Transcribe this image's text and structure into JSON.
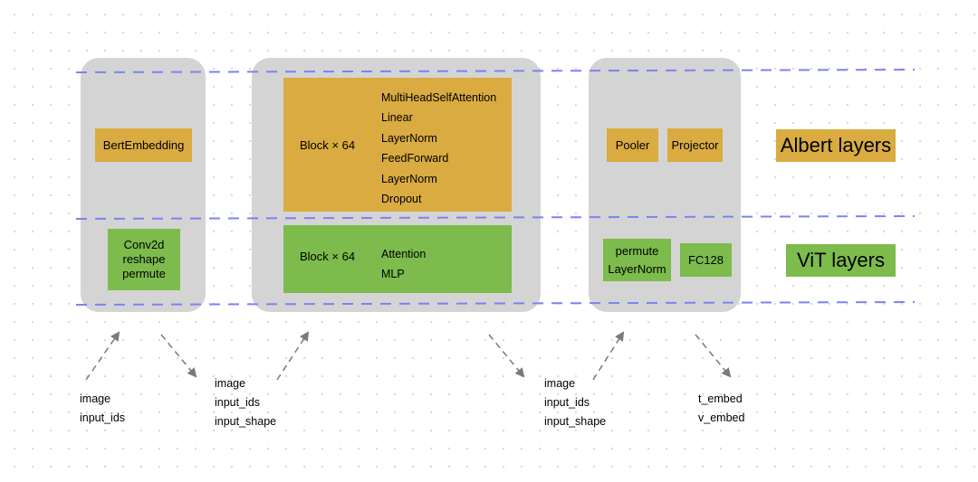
{
  "albert_layers": {
    "embedding": "BertEmbedding",
    "block_label": "Block × 64",
    "block_ops": [
      "MultiHeadSelfAttention",
      "Linear",
      "LayerNorm",
      "FeedForward",
      "LayerNorm",
      "Dropout"
    ],
    "pooler": "Pooler",
    "projector": "Projector",
    "legend": "Albert layers"
  },
  "vit_layers": {
    "embedding": [
      "Conv2d",
      "reshape",
      "permute"
    ],
    "block_label": "Block × 64",
    "block_ops": [
      "Attention",
      "MLP"
    ],
    "head": [
      "permute",
      "LayerNorm"
    ],
    "fc": "FC128",
    "legend": "ViT layers"
  },
  "io_labels": {
    "input_1": [
      "image",
      "input_ids"
    ],
    "input_2": [
      "image",
      "input_ids",
      "input_shape"
    ],
    "input_3": [
      "image",
      "input_ids",
      "input_shape"
    ],
    "output": [
      "t_embed",
      "v_embed"
    ]
  },
  "colors": {
    "albert": "#d9ab40",
    "vit": "#7cbb4c",
    "panel": "#d4d4d4",
    "dashed_line": "#7b83f0",
    "arrow": "#7a7a7a"
  }
}
